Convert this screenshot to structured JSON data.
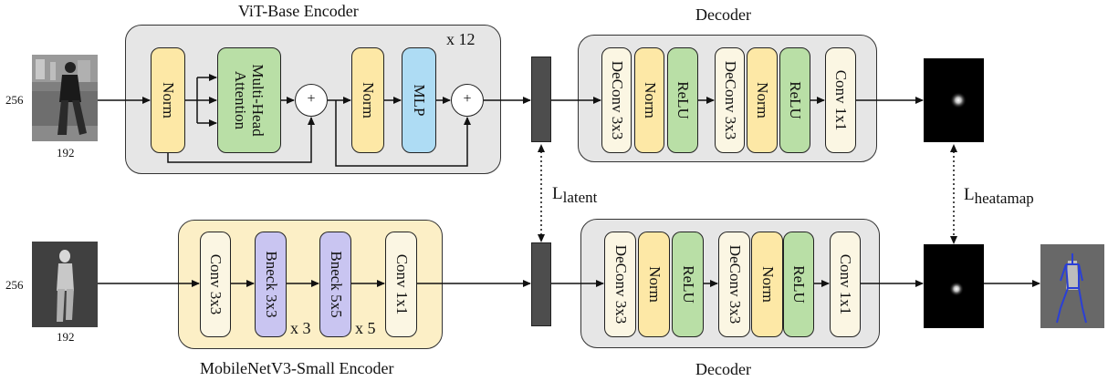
{
  "top": {
    "encoder_title": "ViT-Base Encoder",
    "repeat": "x 12",
    "norm1": "Norm",
    "mha": "Multi-Head Attention",
    "plus1": "+",
    "norm2": "Norm",
    "mlp": "MLP",
    "plus2": "+",
    "input_height": "256",
    "input_width": "192",
    "decoder_title": "Decoder",
    "dec": [
      "DeConv 3x3",
      "Norm",
      "ReLU",
      "DeConv 3x3",
      "Norm",
      "ReLU",
      "Conv 1x1"
    ]
  },
  "bottom": {
    "encoder_title": "MobileNetV3-Small Encoder",
    "conv": "Conv 3x3",
    "bneck1": "Bneck 3x3",
    "bneck1_repeat": "x 3",
    "bneck2": "Bneck 5x5",
    "bneck2_repeat": "x 5",
    "conv1x1": "Conv 1x1",
    "input_height": "256",
    "input_width": "192",
    "decoder_title": "Decoder",
    "dec": [
      "DeConv 3x3",
      "Norm",
      "ReLU",
      "DeConv 3x3",
      "Norm",
      "ReLU",
      "Conv 1x1"
    ]
  },
  "loss": {
    "latent_main": "L",
    "latent_sub": "latent",
    "heatmap_main": "L",
    "heatmap_sub": "heatamap"
  },
  "colors": {
    "norm": "#fde8a6",
    "attention": "#b9dfa6",
    "mlp": "#aedcf4",
    "bneck": "#c9c5f1",
    "conv": "#fbf6e3",
    "vit_group": "#e6e6e6",
    "mobilenet_group": "#fcefc6"
  }
}
